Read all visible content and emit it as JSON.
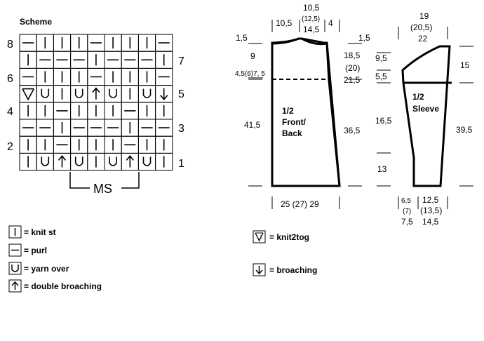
{
  "scheme": {
    "title": "Scheme",
    "row_numbers_left": [
      "8",
      "6",
      "4",
      "2"
    ],
    "row_numbers_right": [
      "7",
      "5",
      "3",
      "1"
    ],
    "ms_label": "MS",
    "rows": [
      [
        "purl",
        "knit",
        "knit",
        "knit",
        "purl",
        "knit",
        "knit",
        "knit",
        "purl"
      ],
      [
        "knit",
        "purl",
        "purl",
        "purl",
        "knit",
        "purl",
        "purl",
        "purl",
        "knit"
      ],
      [
        "purl",
        "knit",
        "knit",
        "knit",
        "purl",
        "knit",
        "knit",
        "knit",
        "purl"
      ],
      [
        "k2tog",
        "yo",
        "knit",
        "yo",
        "double",
        "yo",
        "knit",
        "yo",
        "broach"
      ],
      [
        "knit",
        "knit",
        "purl",
        "knit",
        "knit",
        "knit",
        "purl",
        "knit",
        "knit"
      ],
      [
        "purl",
        "purl",
        "knit",
        "purl",
        "purl",
        "purl",
        "knit",
        "purl",
        "purl"
      ],
      [
        "knit",
        "knit",
        "purl",
        "knit",
        "knit",
        "knit",
        "purl",
        "knit",
        "knit"
      ],
      [
        "knit",
        "yo",
        "double",
        "yo",
        "knit",
        "yo",
        "double",
        "yo",
        "knit"
      ]
    ]
  },
  "legend": {
    "knit": "= knit st",
    "purl": "= purl",
    "yarn_over": "= yarn over",
    "double_broaching": "= double broaching",
    "k2tog": "= knit2tog",
    "broaching": "= broaching"
  },
  "body": {
    "label": [
      "1/2",
      "Front/",
      "Back"
    ],
    "top_width": [
      "10,5",
      "(12,5)",
      "14,5"
    ],
    "top_left": "10,5",
    "top_right": "4",
    "shoulder_left": "1,5",
    "shoulder_right": "1,5",
    "armhole_left": "9",
    "neck_depth": "4,5(6)7, 5",
    "armhole_right": [
      "18,5",
      "(20)",
      "21,5"
    ],
    "side_left": "41,5",
    "side_right": "36,5",
    "bottom_width": "25 (27) 29"
  },
  "sleeve": {
    "label": [
      "1/2",
      "Sleeve"
    ],
    "top_width": [
      "19",
      "(20,5)",
      "22"
    ],
    "cap_left": "9,5",
    "cap_left_2": "5,5",
    "cap_right": "15",
    "mid_left": "16,5",
    "bottom_left": "13",
    "length_right": "39,5",
    "bottom_width_left": [
      "6,5",
      "(7)",
      "7,5"
    ],
    "bottom_width_right": [
      "12,5",
      "(13,5)",
      "14,5"
    ]
  }
}
